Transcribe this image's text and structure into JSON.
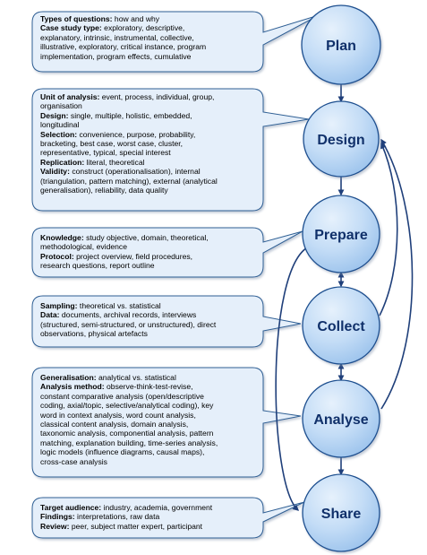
{
  "colors": {
    "callout_fill": "#e5effa",
    "callout_stroke": "#2f5f94",
    "circle_fill": "#c0daf5",
    "circle_stroke": "#1f4f8f",
    "stage_text": "#10306a",
    "arrow": "#1f3f7a"
  },
  "stages": [
    {
      "id": "plan",
      "label": "Plan"
    },
    {
      "id": "design",
      "label": "Design"
    },
    {
      "id": "prepare",
      "label": "Prepare"
    },
    {
      "id": "collect",
      "label": "Collect"
    },
    {
      "id": "analyse",
      "label": "Analyse"
    },
    {
      "id": "share",
      "label": "Share"
    }
  ],
  "callouts": [
    {
      "stage": "plan",
      "lines": [
        [
          {
            "b": "Types of questions:",
            "t": " how and why"
          }
        ],
        [
          {
            "b": "Case study type:",
            "t": " exploratory, descriptive,"
          }
        ],
        [
          {
            "t": "explanatory, intrinsic, instrumental, collective,"
          }
        ],
        [
          {
            "t": "illustrative, exploratory, critical instance, program"
          }
        ],
        [
          {
            "t": "implementation, program effects, cumulative"
          }
        ]
      ]
    },
    {
      "stage": "design",
      "lines": [
        [
          {
            "b": "Unit of analysis:",
            "t": " event, process, individual, group,"
          }
        ],
        [
          {
            "t": "organisation"
          }
        ],
        [
          {
            "b": "Design:",
            "t": " single, multiple, holistic, embedded,"
          }
        ],
        [
          {
            "t": "longitudinal"
          }
        ],
        [
          {
            "b": "Selection:",
            "t": " convenience, purpose, probability,"
          }
        ],
        [
          {
            "t": "bracketing, best case, worst case, cluster,"
          }
        ],
        [
          {
            "t": "representative, typical, special interest"
          }
        ],
        [
          {
            "b": "Replication:",
            "t": " literal, theoretical"
          }
        ],
        [
          {
            "b": "Validity:",
            "t": " construct (operationalisation), internal"
          }
        ],
        [
          {
            "t": "(triangulation, pattern matching), external (analytical"
          }
        ],
        [
          {
            "t": "generalisation), reliability, data quality"
          }
        ]
      ]
    },
    {
      "stage": "prepare",
      "lines": [
        [
          {
            "b": "Knowledge:",
            "t": " study objective, domain, theoretical,"
          }
        ],
        [
          {
            "t": "methodological, evidence"
          }
        ],
        [
          {
            "b": "Protocol:",
            "t": " project overview, field procedures,"
          }
        ],
        [
          {
            "t": "research questions, report outline"
          }
        ]
      ]
    },
    {
      "stage": "collect",
      "lines": [
        [
          {
            "b": "Sampling:",
            "t": " theoretical vs. statistical"
          }
        ],
        [
          {
            "b": "Data:",
            "t": " documents, archival records, interviews"
          }
        ],
        [
          {
            "t": "(structured, semi-structured, or unstructured), direct"
          }
        ],
        [
          {
            "t": "observations, physical artefacts"
          }
        ]
      ]
    },
    {
      "stage": "analyse",
      "lines": [
        [
          {
            "b": "Generalisation:",
            "t": " analytical vs. statistical"
          }
        ],
        [
          {
            "b": "Analysis method:",
            "t": " observe-think-test-revise,"
          }
        ],
        [
          {
            "t": "constant comparative analysis (open/descriptive"
          }
        ],
        [
          {
            "t": "coding, axial/topic, selective/analytical coding), key"
          }
        ],
        [
          {
            "t": "word in context analysis, word count analysis,"
          }
        ],
        [
          {
            "t": "classical content analysis, domain analysis,"
          }
        ],
        [
          {
            "t": "taxonomic analysis, componential analysis, pattern"
          }
        ],
        [
          {
            "t": "matching, explanation building, time-series analysis,"
          }
        ],
        [
          {
            "t": "logic models (influence diagrams, causal maps),"
          }
        ],
        [
          {
            "t": "cross-case analysis"
          }
        ]
      ]
    },
    {
      "stage": "share",
      "lines": [
        [
          {
            "b": "Target audience:",
            "t": " industry, academia, government"
          }
        ],
        [
          {
            "b": "Findings:",
            "t": " interpretations, raw data"
          }
        ],
        [
          {
            "b": "Review:",
            "t": " peer, subject matter expert, participant"
          }
        ]
      ]
    }
  ]
}
